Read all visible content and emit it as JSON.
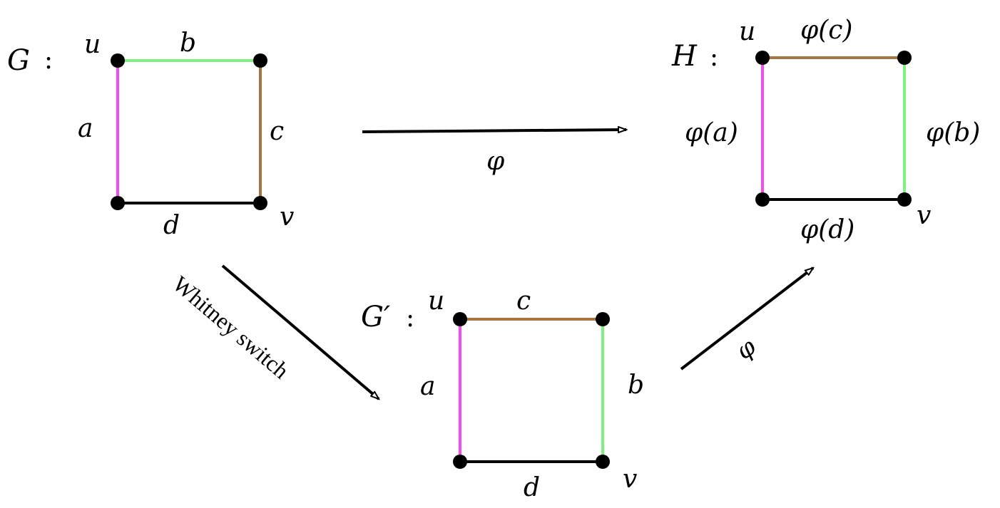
{
  "colors": {
    "magenta": "#f44cf0",
    "green": "#7df07d",
    "brown": "#a8743f",
    "black": "#000000"
  },
  "graph_g": {
    "name": "G",
    "separator": ":",
    "vertex_u": "u",
    "vertex_v": "v",
    "edges": [
      {
        "label": "a",
        "color": "magenta"
      },
      {
        "label": "b",
        "color": "green"
      },
      {
        "label": "c",
        "color": "brown"
      },
      {
        "label": "d",
        "color": "black"
      }
    ]
  },
  "graph_h": {
    "name": "H",
    "separator": ":",
    "vertex_u": "u",
    "vertex_v": "v",
    "edges": [
      {
        "label": "φ(a)",
        "color": "magenta"
      },
      {
        "label": "φ(c)",
        "color": "brown"
      },
      {
        "label": "φ(b)",
        "color": "green"
      },
      {
        "label": "φ(d)",
        "color": "black"
      }
    ]
  },
  "graph_gprime": {
    "name": "G′",
    "separator": ":",
    "vertex_u": "u",
    "vertex_v": "v",
    "edges": [
      {
        "label": "a",
        "color": "magenta"
      },
      {
        "label": "c",
        "color": "brown"
      },
      {
        "label": "b",
        "color": "green"
      },
      {
        "label": "d",
        "color": "black"
      }
    ]
  },
  "arrows": {
    "g_to_h_label": "φ",
    "whitney_label": "Whitney switch",
    "gprime_to_h_label": "φ"
  }
}
